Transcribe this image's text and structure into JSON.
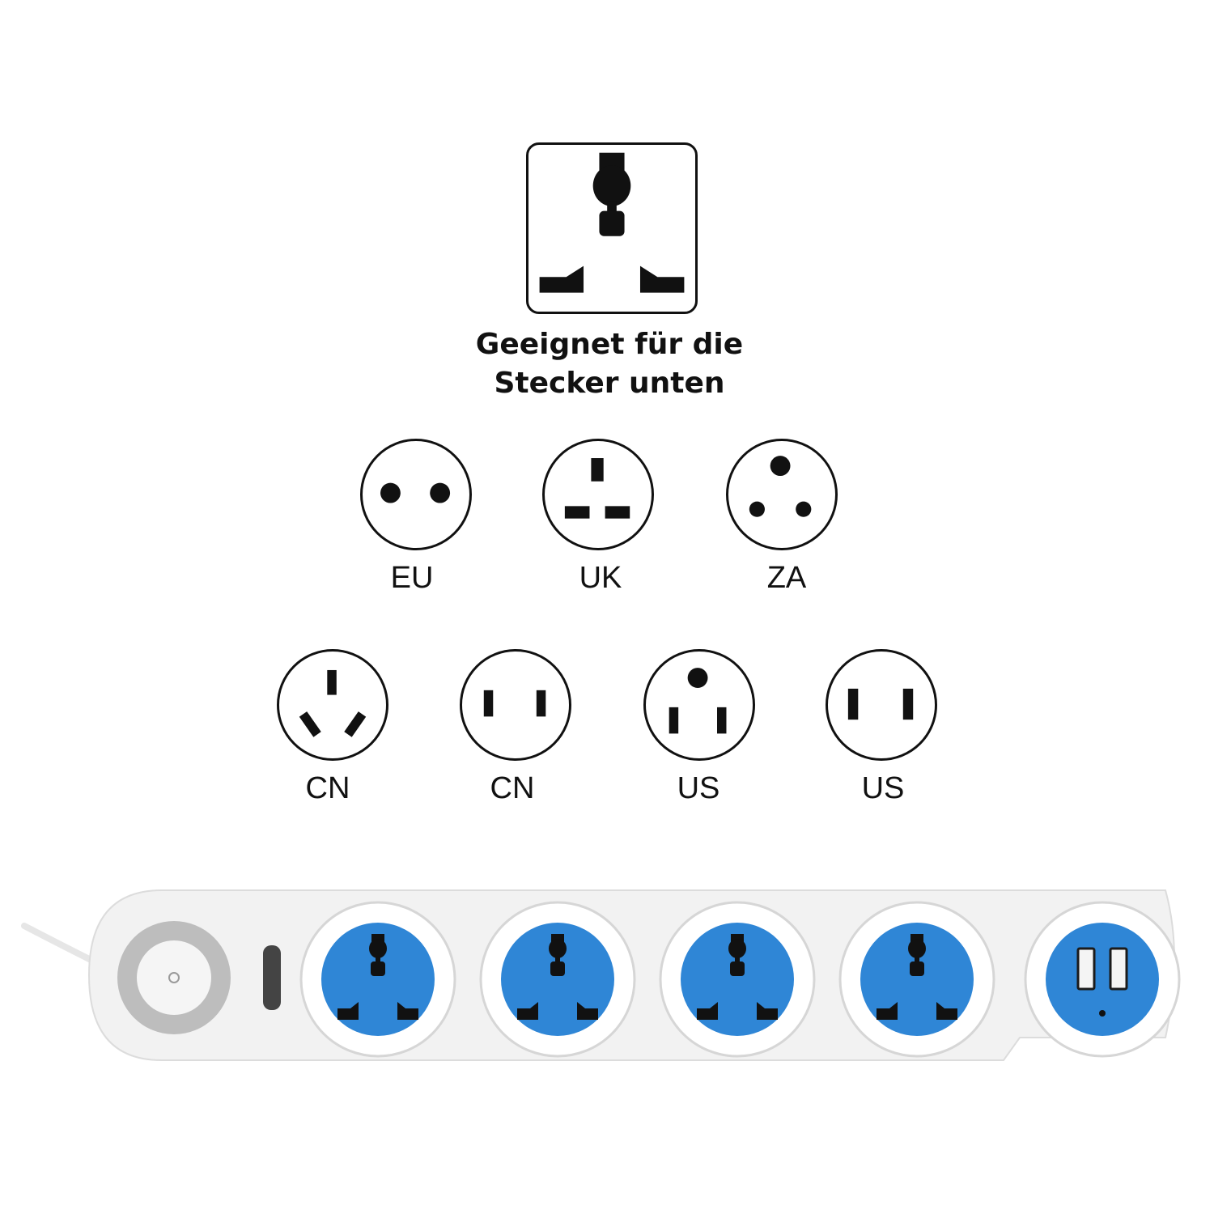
{
  "heading": {
    "line1": "Geeignet für die",
    "line2": "Stecker unten"
  },
  "plugs_row1": [
    {
      "label": "EU",
      "icon": "eu-plug-icon"
    },
    {
      "label": "UK",
      "icon": "uk-plug-icon"
    },
    {
      "label": "ZA",
      "icon": "za-plug-icon"
    }
  ],
  "plugs_row2": [
    {
      "label": "CN",
      "icon": "cn-three-pin-plug-icon"
    },
    {
      "label": "CN",
      "icon": "cn-two-pin-plug-icon"
    },
    {
      "label": "US",
      "icon": "us-three-pin-plug-icon"
    },
    {
      "label": "US",
      "icon": "us-two-pin-plug-icon"
    }
  ],
  "strip": {
    "socket_count": 4,
    "usb_port_count": 2,
    "colors": {
      "socket_blue": "#2f86d6",
      "body": "#f2f2f2",
      "switch_ring": "#bdbdbd",
      "indicator": "#444444"
    }
  }
}
